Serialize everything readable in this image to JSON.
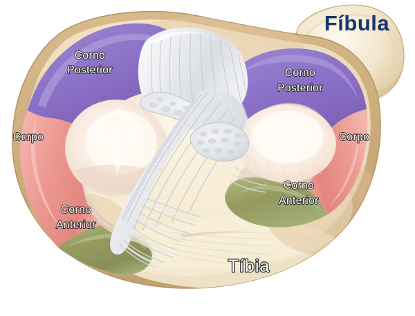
{
  "figure": {
    "title_visible": false,
    "background_color": "#ffffff",
    "view": "superior view of tibial plateau with menisci"
  },
  "labels": {
    "fibula": "Fíbula",
    "tibia": "Tíbia",
    "left_posterior_horn_line1": "Corno",
    "left_posterior_horn_line2": "Posterior",
    "left_body": "Corpo",
    "left_anterior_horn_line1": "Corno",
    "left_anterior_horn_line2": "Anterior",
    "right_posterior_horn_line1": "Corno",
    "right_posterior_horn_line2": "Posterior",
    "right_body": "Corpo",
    "right_anterior_horn_line1": "Corno",
    "right_anterior_horn_line2": "Anterior"
  },
  "colors": {
    "background": "#ffffff",
    "bone_fill": "#f0e0c2",
    "bone_fill_light": "#faf0dc",
    "bone_rim": "#c9a97a",
    "bone_outline": "#b99a6d",
    "fibula_fill": "#efe0c3",
    "plateau_fill": "#f6e9de",
    "plateau_light": "#fdf6ee",
    "posterior_horn": "#8b6fc4",
    "posterior_horn_light": "#a48fd6",
    "body": "#e8918c",
    "body_light": "#f2b0ab",
    "anterior_horn": "#8e9257",
    "anterior_horn_light": "#a8b27a",
    "ligament": "#e9eaec",
    "ligament_shade": "#c9ccd2",
    "ligament_line": "#b6bac2",
    "label_text": "#ffffff",
    "label_outline": "#2b2b2b",
    "fibula_text": "#17366e"
  },
  "regions": [
    {
      "name": "fibula",
      "type": "bone"
    },
    {
      "name": "tibia",
      "type": "bone"
    },
    {
      "name": "left-meniscus-posterior-horn",
      "color": "#8b6fc4"
    },
    {
      "name": "left-meniscus-body",
      "color": "#e8918c"
    },
    {
      "name": "left-meniscus-anterior-horn",
      "color": "#8e9257"
    },
    {
      "name": "right-meniscus-posterior-horn",
      "color": "#8b6fc4"
    },
    {
      "name": "right-meniscus-body",
      "color": "#e8918c"
    },
    {
      "name": "right-meniscus-anterior-horn",
      "color": "#8e9257"
    },
    {
      "name": "posterior-cruciate-ligament-stump",
      "color": "#e9eaec"
    },
    {
      "name": "anterior-cruciate-ligament-stump",
      "color": "#e9eaec"
    },
    {
      "name": "left-tibial-plateau-articular-surface",
      "color": "#f6e9de"
    },
    {
      "name": "right-tibial-plateau-articular-surface",
      "color": "#f6e9de"
    }
  ]
}
